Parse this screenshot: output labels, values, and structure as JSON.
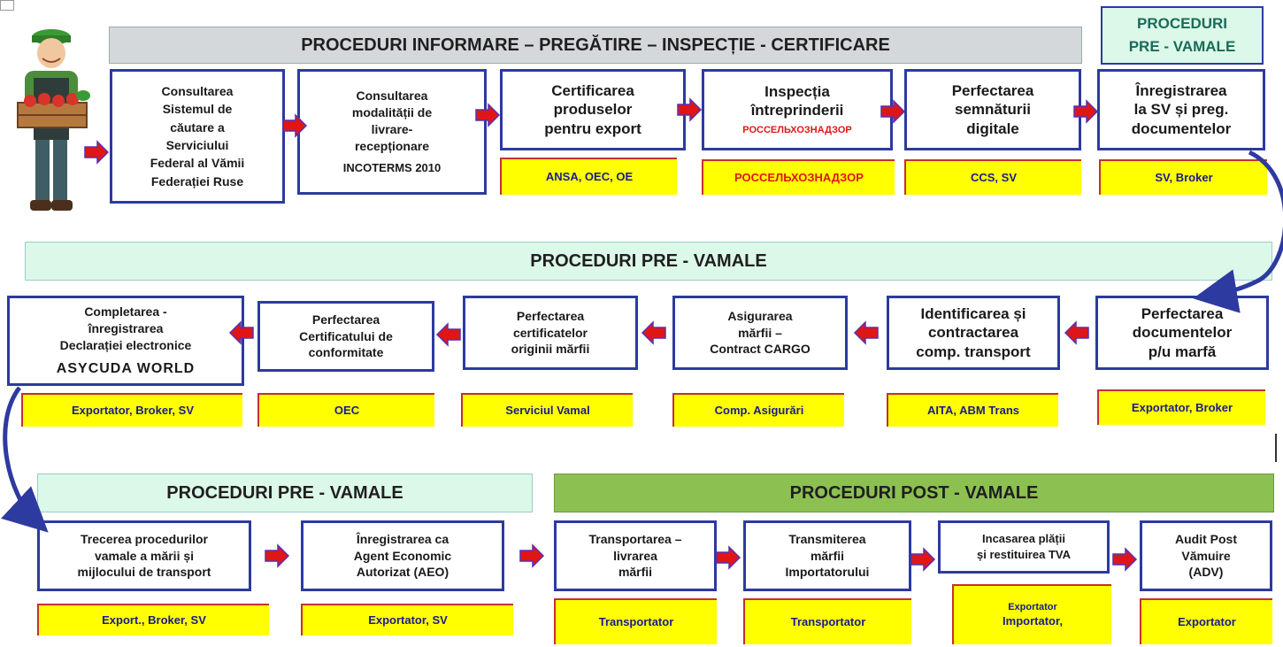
{
  "banners": {
    "top": "PROCEDURI INFORMARE – PREGĂTIRE – INSPECȚIE - CERTIFICARE",
    "top_right_line1": "PROCEDURI",
    "top_right_line2": "PRE - VAMALE",
    "middle": "PROCEDURI PRE - VAMALE",
    "bottom_left": "PROCEDURI PRE - VAMALE",
    "bottom_right": "PROCEDURI POST - VAMALE"
  },
  "row1": [
    {
      "lines": [
        "Consultarea",
        "Sistemul de",
        "căutare a",
        "Serviciului",
        "Federal al Vămii",
        "Federației Ruse"
      ]
    },
    {
      "lines": [
        "Consultarea",
        "modalității de",
        "livrare-",
        "recepționare"
      ],
      "extra": "INCOTERMS 2010"
    },
    {
      "lines": [
        "Certificarea",
        "produselor",
        "pentru export"
      ]
    },
    {
      "lines": [
        "Inspecția",
        "întreprinderii"
      ],
      "red": "РОССЕЛЬХОЗНАДЗОР"
    },
    {
      "lines": [
        "Perfectarea",
        "semnăturii",
        "digitale"
      ]
    },
    {
      "lines": [
        "Înregistrarea",
        "la SV și preg.",
        "documentelor"
      ]
    }
  ],
  "row1_actors": [
    "ANSA, OEC, OE",
    "РОССЕЛЬХОЗНАДЗОР",
    "CCS, SV",
    "SV, Broker"
  ],
  "row2": [
    {
      "lines": [
        "Perfectarea",
        "documentelor",
        "p/u marfă"
      ]
    },
    {
      "lines": [
        "Identificarea și",
        "contractarea",
        "comp. transport"
      ]
    },
    {
      "lines": [
        "Asigurarea",
        "mărfii –",
        "Contract CARGO"
      ]
    },
    {
      "lines": [
        "Perfectarea",
        "certificatelor",
        "originii mărfii"
      ]
    },
    {
      "lines": [
        "Perfectarea",
        "Certificatului de",
        "conformitate"
      ]
    },
    {
      "lines": [
        "Completarea -",
        "înregistrarea",
        "Declarației electronice"
      ],
      "extra": "ASYCUDA WORLD"
    }
  ],
  "row2_actors": [
    "Exportator, Broker",
    "AITA, ABM Trans",
    "Comp. Asigurări",
    "Serviciul Vamal",
    "OEC",
    "Exportator, Broker, SV"
  ],
  "row3": [
    {
      "lines": [
        "Trecerea procedurilor",
        "vamale a mării și",
        "mijlocului de transport"
      ]
    },
    {
      "lines": [
        "Înregistrarea ca",
        "Agent Economic",
        "Autorizat (AEO)"
      ]
    },
    {
      "lines": [
        "Transportarea –",
        "livrarea",
        "mărfii"
      ]
    },
    {
      "lines": [
        "Transmiterea",
        "mărfii",
        "Importatorului"
      ]
    },
    {
      "lines": [
        "Incasarea plății",
        "și restituirea TVA"
      ]
    },
    {
      "lines": [
        "Audit Post",
        "Vămuire",
        "(ADV)"
      ]
    }
  ],
  "row3_actors": [
    {
      "lines": [
        "Export., Broker, SV"
      ]
    },
    {
      "lines": [
        "Exportator, SV"
      ]
    },
    {
      "lines": [
        "Transportator"
      ]
    },
    {
      "lines": [
        "Transportator"
      ]
    },
    {
      "lines": [
        "Exportator",
        "Importator,"
      ]
    },
    {
      "lines": [
        "Exportator"
      ]
    }
  ],
  "colors": {
    "border": "#2d3a9f",
    "arrow": "#e01616",
    "actor_bg": "#ffff00",
    "banner_grey": "#d5d8da",
    "banner_mint": "#dcf8e8",
    "banner_green": "#8cc152"
  },
  "icons": {
    "farmer": "farmer-with-crate-icon",
    "arrow": "red-right-arrow-icon",
    "connector": "curved-blue-arrow-icon"
  }
}
